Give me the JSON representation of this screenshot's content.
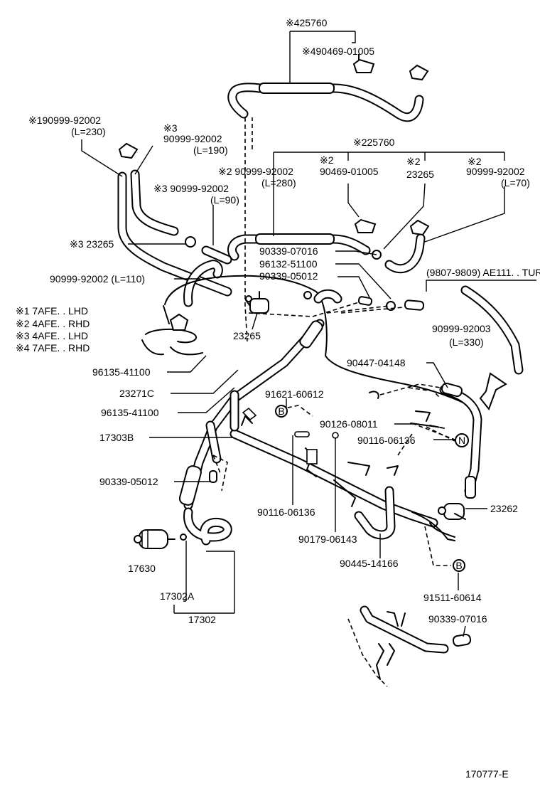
{
  "diagram": {
    "drawing_code": "170777-E",
    "notes": [
      "※1 7AFE. . LHD",
      "※2 4AFE. . RHD",
      "※3 4AFE. . LHD",
      "※4 7AFE. . RHD"
    ],
    "variant_label": "(9807-9809) AE111. . TUR",
    "parts": {
      "p425760": "※425760",
      "p490469_01005": "※490469-01005",
      "p190999_92002": "※190999-92002",
      "p190999_92002_len": "(L=230)",
      "p3_mark": "※3",
      "p3_90999_92002": "90999-92002",
      "p3_90999_92002_len": "(L=190)",
      "p225760": "※225760",
      "p2_90999_92002_a": "※2 90999-92002",
      "p2_90999_92002_a_len": "(L=280)",
      "p2_mark_a": "※2",
      "p2_90469_01005": "90469-01005",
      "p2_mark_b": "※2",
      "p2_23265": "23265",
      "p2_mark_c": "※2",
      "p2_90999_92002_b": "90999-92002",
      "p2_90999_92002_b_len": "(L=70)",
      "p3_90999_92002_b": "※3 90999-92002",
      "p3_90999_92002_b_len": "(L=90)",
      "p3_23265": "※3 23265",
      "p90999_92002_110": "90999-92002 (L=110)",
      "p90339_07016_a": "90339-07016",
      "p96132_51100": "96132-51100",
      "p90339_05012_a": "90339-05012",
      "p23265": "23265",
      "p90999_92003": "90999-92003",
      "p90999_92003_len": "(L=330)",
      "p96135_41100_a": "96135-41100",
      "p23271C": "23271C",
      "p96135_41100_b": "96135-41100",
      "p90447_04148": "90447-04148",
      "p91621_60612": "91621-60612",
      "p17303B": "17303B",
      "p90126_08011": "90126-08011",
      "p90116_06136_a": "90116-06136",
      "p90339_05012_b": "90339-05012",
      "p90116_06136_b": "90116-06136",
      "p23262": "23262",
      "p90179_06143": "90179-06143",
      "p90445_14166": "90445-14166",
      "p17630": "17630",
      "p91511_60614": "91511-60614",
      "p17302A": "17302A",
      "p90339_07016_b": "90339-07016",
      "p17302": "17302",
      "p_N": "N",
      "p_B1": "B",
      "p_B2": "B"
    }
  }
}
